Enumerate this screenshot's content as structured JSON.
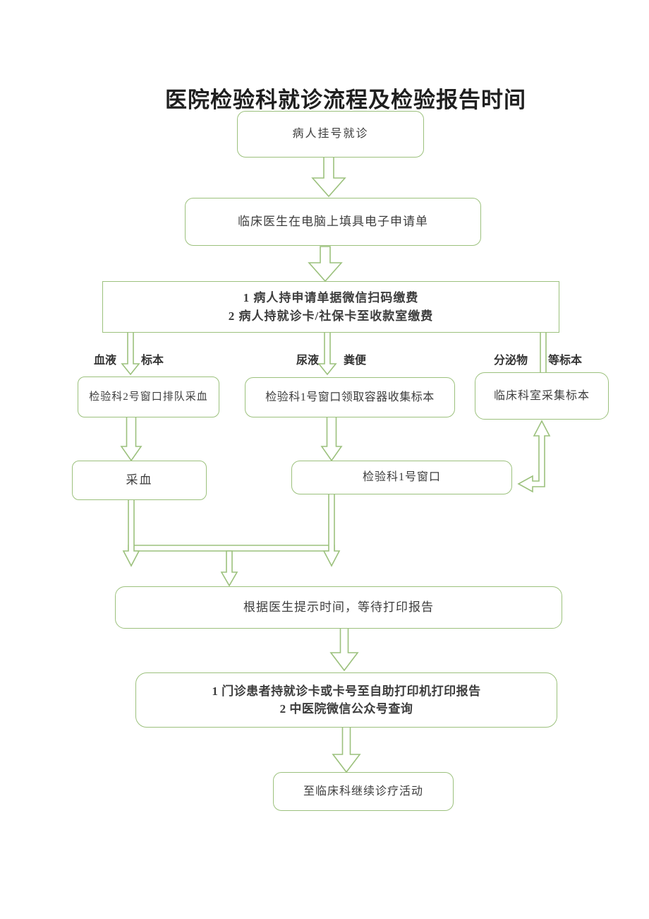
{
  "colors": {
    "line": "#9cc17d",
    "node_text": "#3d3d3d",
    "title_text": "#1f1f1f"
  },
  "title": "医院检验科就诊流程及检验报告时间",
  "nodes": {
    "register": "病人挂号就诊",
    "doctor_form": "临床医生在电脑上填具电子申请单",
    "payment_line1": "1 病人持申请单据微信扫码缴费",
    "payment_line2": "2 病人持就诊卡/社保卡至收款室缴费",
    "blood_queue": "检验科2号窗口排队采血",
    "container_collect": "检验科1号窗口领取容器收集标本",
    "clinical_collect": "临床科室采集标本",
    "blood_draw": "采血",
    "window1": "检验科1号窗口",
    "wait_report": "根据医生提示时间，等待打印报告",
    "print_line1": "1 门诊患者持就诊卡或卡号至自助打印机打印报告",
    "print_line2": "2 中医院微信公众号查询",
    "continue_treatment": "至临床科继续诊疗活动"
  },
  "branch_labels": {
    "blood": "血液",
    "specimen": "标本",
    "urine": "尿液",
    "stool": "粪便",
    "secretion": "分泌物",
    "other_specimen": "等标本"
  }
}
